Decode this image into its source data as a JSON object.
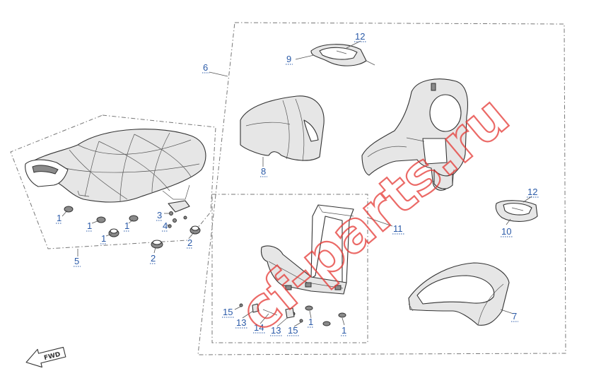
{
  "watermark": "cf-parts.ru",
  "direction_label": "FWD",
  "callouts": [
    {
      "id": "c-12a",
      "label": "12"
    },
    {
      "id": "c-9",
      "label": "9"
    },
    {
      "id": "c-6",
      "label": "6"
    },
    {
      "id": "c-8",
      "label": "8"
    },
    {
      "id": "c-1a",
      "label": "1"
    },
    {
      "id": "c-1b",
      "label": "1"
    },
    {
      "id": "c-1c",
      "label": "1"
    },
    {
      "id": "c-1d",
      "label": "1"
    },
    {
      "id": "c-3",
      "label": "3"
    },
    {
      "id": "c-4",
      "label": "4"
    },
    {
      "id": "c-2a",
      "label": "2"
    },
    {
      "id": "c-2b",
      "label": "2"
    },
    {
      "id": "c-5",
      "label": "5"
    },
    {
      "id": "c-11",
      "label": "11"
    },
    {
      "id": "c-12b",
      "label": "12"
    },
    {
      "id": "c-10",
      "label": "10"
    },
    {
      "id": "c-7",
      "label": "7"
    },
    {
      "id": "c-15a",
      "label": "15"
    },
    {
      "id": "c-13a",
      "label": "13"
    },
    {
      "id": "c-14",
      "label": "14"
    },
    {
      "id": "c-13b",
      "label": "13"
    },
    {
      "id": "c-15b",
      "label": "15"
    },
    {
      "id": "c-1e",
      "label": "1"
    },
    {
      "id": "c-1f",
      "label": "1"
    }
  ]
}
